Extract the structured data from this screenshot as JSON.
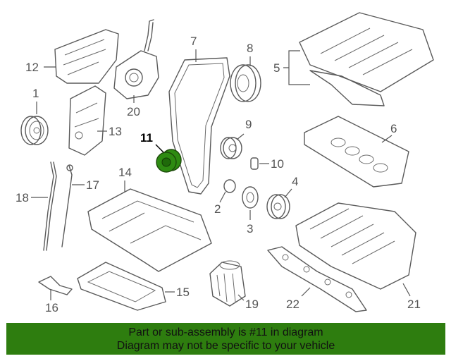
{
  "labels": {
    "l1": "1",
    "l2": "2",
    "l3": "3",
    "l4": "4",
    "l5": "5",
    "l6": "6",
    "l7": "7",
    "l8": "8",
    "l9": "9",
    "l10": "10",
    "l11": "11",
    "l12": "12",
    "l13": "13",
    "l14": "14",
    "l15": "15",
    "l16": "16",
    "l17": "17",
    "l18": "18",
    "l19": "19",
    "l20": "20",
    "l21": "21",
    "l22": "22"
  },
  "highlight": {
    "part": "11",
    "color": "#2e8b12"
  },
  "banner": {
    "line1": "Part or sub-assembly is #11 in diagram",
    "line2": "Diagram may not be specific to your vehicle",
    "background": "#2e7d0f"
  }
}
